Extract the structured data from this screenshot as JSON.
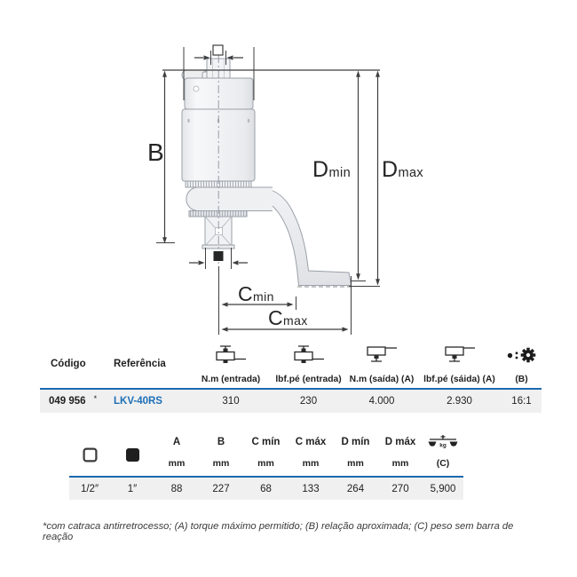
{
  "diagram": {
    "dim_b": "B",
    "dim_d_min": {
      "main": "D",
      "sub": "min"
    },
    "dim_d_max": {
      "main": "D",
      "sub": "max"
    },
    "dim_c_min": {
      "main": "C",
      "sub": "min"
    },
    "dim_c_max": {
      "main": "C",
      "sub": "max"
    }
  },
  "spec_table": {
    "col_codigo": "Código",
    "col_referencia": "Referência",
    "columns": [
      {
        "icon": "torque-input-icon",
        "label": "N.m (entrada)",
        "value": "310"
      },
      {
        "icon": "torque-input-icon",
        "label": "lbf.pé (entrada)",
        "value": "230"
      },
      {
        "icon": "torque-output-icon",
        "label": "N.m (saída) (A)",
        "value": "4.000"
      },
      {
        "icon": "torque-output-icon",
        "label": "lbf.pé (sáida) (A)",
        "value": "2.930"
      },
      {
        "icon": "gear-ratio-icon",
        "label": "(B)",
        "value": "16:1"
      }
    ],
    "row": {
      "codigo": "049 956",
      "note_marker": "*",
      "referencia": "LKV-40RS"
    }
  },
  "dim_table": {
    "scale_icon_text": "kg",
    "columns": [
      {
        "icon": "square-outline-icon",
        "header": "",
        "unit": "",
        "value": "1/2″"
      },
      {
        "icon": "square-filled-icon",
        "header": "",
        "unit": "",
        "value": "1″"
      },
      {
        "icon": "",
        "header": "A",
        "unit": "mm",
        "value": "88"
      },
      {
        "icon": "",
        "header": "B",
        "unit": "mm",
        "value": "227"
      },
      {
        "icon": "",
        "header": "C mín",
        "unit": "mm",
        "value": "68"
      },
      {
        "icon": "",
        "header": "C máx",
        "unit": "mm",
        "value": "133"
      },
      {
        "icon": "",
        "header": "D mín",
        "unit": "mm",
        "value": "264"
      },
      {
        "icon": "",
        "header": "D máx",
        "unit": "mm",
        "value": "270"
      },
      {
        "icon": "scale-kg-icon",
        "header": "",
        "unit": "(C)",
        "value": "5,900"
      }
    ]
  },
  "footnote": "*com catraca antirretrocesso; (A) torque máximo permitido;  (B) relação aproximada;  (C) peso sem barra de reação",
  "colors": {
    "accent_blue": "#1a69ae",
    "row_bg": "#f0f0f1",
    "link_blue": "#1d6fb5"
  }
}
